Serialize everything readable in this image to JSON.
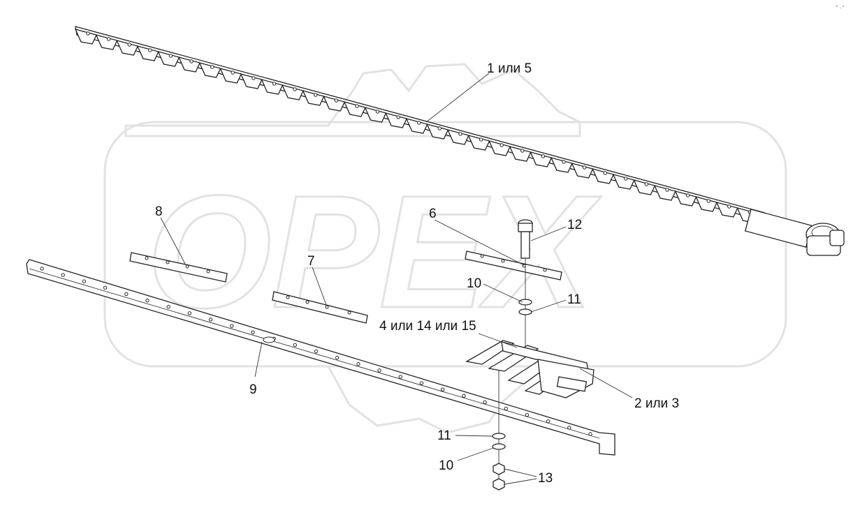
{
  "labels": {
    "l1": "1 или 5",
    "l2": "2 или 3",
    "l4": "4 или 14 или 15",
    "l6": "6",
    "l7": "7",
    "l8": "8",
    "l9": "9",
    "l10a": "10",
    "l10b": "10",
    "l11a": "11",
    "l11b": "11",
    "l12": "12",
    "l13": "13"
  },
  "watermark": "OPEX"
}
